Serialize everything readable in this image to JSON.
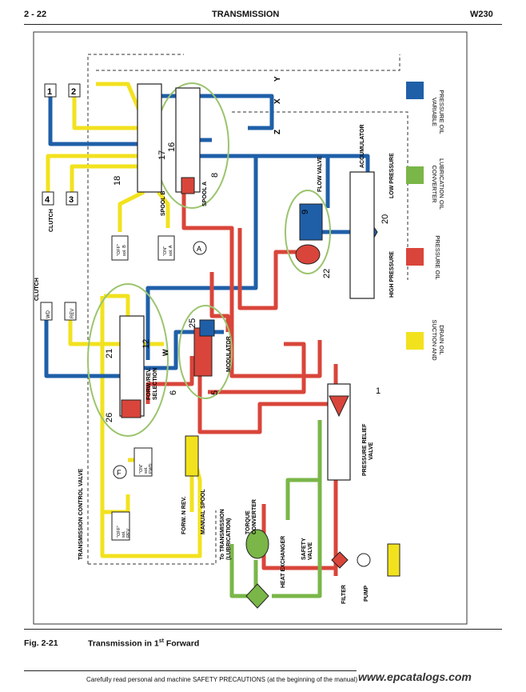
{
  "header": {
    "page": "2 - 22",
    "title": "TRANSMISSION",
    "model": "W230"
  },
  "caption": {
    "number": "Fig. 2-21",
    "title_prefix": "Transmission in 1",
    "title_sup": "st",
    "title_suffix": " Forward"
  },
  "footer": {
    "text": "Carefully read personal and machine SAFETY PRECAUTIONS (at the beginning of the manual)",
    "watermark": "www.epcatalogs.com"
  },
  "legend": [
    {
      "label1": "VARIABLE",
      "label2": "PRESSURE OIL",
      "color": "#1f5fa8"
    },
    {
      "label1": "CONVERTER",
      "label2": "LUBRICATION OIL",
      "color": "#7ab648"
    },
    {
      "label1": "PRESSURE OIL",
      "label2": "",
      "color": "#d9453a"
    },
    {
      "label1": "SUCTION AND",
      "label2": "DRAIN OIL",
      "color": "#f2e21e"
    }
  ],
  "labels": {
    "transmission_control_valve": "TRANSMISSION CONTROL VALVE",
    "clutch": "CLUTCH",
    "spool_b": "SPOOL B",
    "spool_a": "SPOOL A",
    "flow_valve": "FLOW VALVE",
    "accumulator": "ACCUMULATOR",
    "low_pressure": "LOW PRESSURE",
    "high_pressure": "HIGH PRESSURE",
    "modulator": "MODULATOR",
    "forw_rev_1": "FORW./REV.",
    "forw_rev_2": "SELECTION",
    "pressure_relief_1": "PRESSURE RELIEF",
    "pressure_relief_2": "VALVE",
    "manual_spool": "MANUAL SPOOL",
    "forw_n_rev": "FORW. N REV.",
    "torque_1": "TORQUE",
    "torque_2": "CONVERTER",
    "to_trans_1": "To TRANSMISSION",
    "to_trans_2": "(LUBRICATION)",
    "heat_exchanger": "HEAT EXCHANGER",
    "safety_1": "SAFETY",
    "safety_2": "VALVE",
    "filter": "FILTER",
    "pump": "PUMP",
    "off": "\"OFF\"",
    "on": "\"ON\"",
    "sol_b": "sol. B",
    "sol_a": "sol. A",
    "sol": "sol.",
    "fwd": "FWD.",
    "rev": "REV",
    "wd": "WD",
    "A": "A",
    "F": "F",
    "W": "W",
    "Z": "Z",
    "X": "X",
    "Y": "Y"
  },
  "ports": [
    "1",
    "2",
    "3",
    "4"
  ],
  "callouts": [
    "1",
    "5",
    "6",
    "8",
    "9",
    "12",
    "16",
    "17",
    "18",
    "20",
    "21",
    "22",
    "25",
    "26"
  ]
}
